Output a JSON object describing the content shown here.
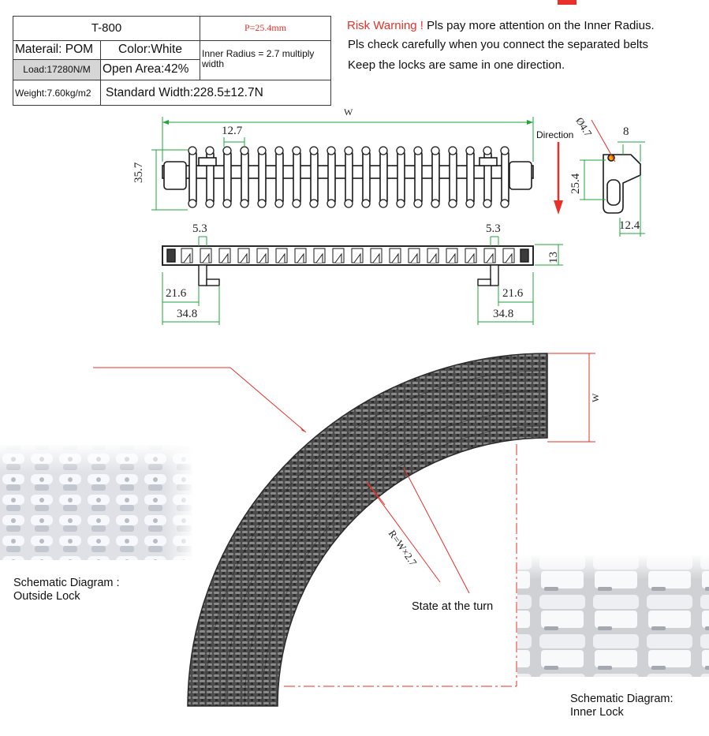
{
  "spec_table": {
    "model": "T-800",
    "pitch": "P=25.4mm",
    "material": "Materail: POM",
    "color": "Color:White",
    "inner_radius": "Inner Radius = 2.7 multiply width",
    "load": "Load:17280N/M",
    "open_area": "Open Area:42%",
    "weight": "Weight:7.60kg/m2",
    "standard_width": "Standard Width:228.5±12.7N"
  },
  "risk_warning": {
    "label": "Risk Warning !",
    "line1": "Pls pay more attention on the Inner Radius.",
    "line2": "Pls check carefully when you connect the  separated belts",
    "line3": "Keep the locks are same in one direction."
  },
  "top_view": {
    "width_label": "W",
    "pitch_12_7": "12.7",
    "height_35_7": "35.7",
    "direction_label": "Direction"
  },
  "side_view": {
    "dia_4_7": "Ø4.7",
    "dim_8": "8",
    "dim_25_4": "25.4",
    "dim_12_4": "12.4"
  },
  "front_view": {
    "left_5_3": "5.3",
    "right_5_3": "5.3",
    "dim_13": "13",
    "left_21_6": "21.6",
    "left_34_8": "34.8",
    "right_21_6": "21.6",
    "right_34_8": "34.8"
  },
  "turn_diagram": {
    "width_label": "W",
    "radius_label": "R=W×2.7",
    "state_label": "State at the turn"
  },
  "outside_lock": {
    "line1": "Schematic Diagram :",
    "line2": "Outside Lock"
  },
  "inner_lock": {
    "line1": "Schematic Diagram:",
    "line2": "Inner Lock"
  },
  "colors": {
    "warning_red": "#e8302a",
    "dimension_green": "#22a63c",
    "belt_dark": "#3b3b3b",
    "border": "#3a3a3a"
  }
}
